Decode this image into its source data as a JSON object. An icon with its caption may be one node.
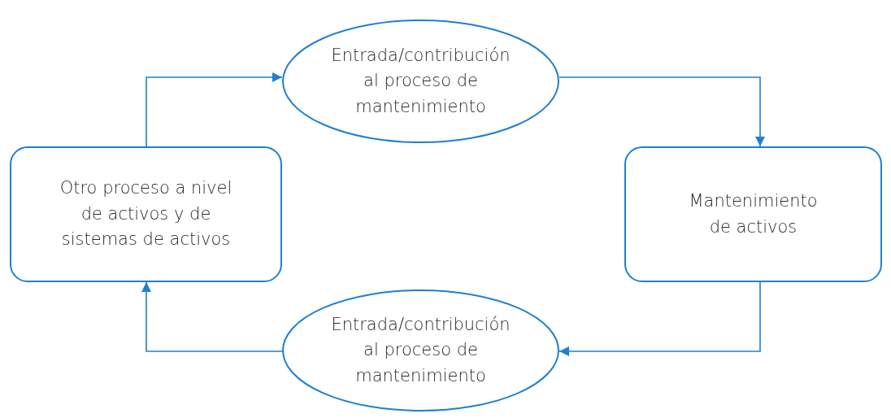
{
  "diagram": {
    "nodes": [
      {
        "text": [
          "Entrada/contribución al proceso de mantenimiento"
        ]
      },
      {
        "text": [
          "Otro proceso a nivel de activos y de sistemas de activos"
        ]
      },
      {
        "text": [
          "Mantenimiento de activos"
        ]
      },
      {
        "text": [
          "Entrada/contribución al proceso de mantenimiento"
        ]
      }
    ],
    "edges": [
      {
        "from": 1,
        "to": 0,
        "arrow": "to"
      },
      {
        "from": 0,
        "to": 2,
        "arrow": "to"
      },
      {
        "from": 2,
        "to": 3,
        "arrow": "to"
      },
      {
        "from": 3,
        "to": 1,
        "arrow": "to"
      }
    ]
  }
}
